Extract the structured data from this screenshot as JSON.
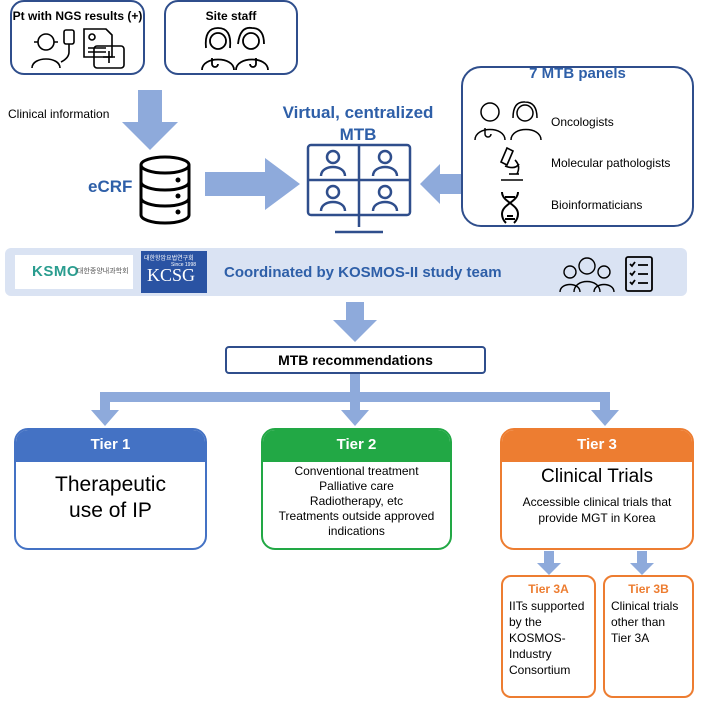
{
  "top": {
    "patient_label": "Pt with NGS results (+)",
    "staff_label": "Site staff",
    "clinical_info": "Clinical information",
    "ecrf": "eCRF",
    "virtual_mtb_line1": "Virtual, centralized",
    "virtual_mtb_line2": "MTB"
  },
  "panels": {
    "title": "7 MTB panels",
    "items": [
      "Oncologists",
      "Molecular pathologists",
      "Bioinformaticians"
    ]
  },
  "coordination": {
    "ksmo_logo_text": "KSMO",
    "ksmo_sub_text": "대한종양내과학회",
    "kcsg_logo_text": "KCSG",
    "kcsg_top_text": "대한항암요법연구회",
    "kcsg_since_text": "Since 1998",
    "text": "Coordinated by KOSMOS-II study team"
  },
  "recommendations": "MTB recommendations",
  "tiers": [
    {
      "label": "Tier 1",
      "body": [
        "Therapeutic",
        "use of IP"
      ],
      "color": "#4472c4"
    },
    {
      "label": "Tier 2",
      "body": [
        "Conventional treatment",
        "Palliative care",
        "Radiotherapy, etc",
        "Treatments outside approved",
        "indications"
      ],
      "color": "#22a845"
    },
    {
      "label": "Tier 3",
      "title": "Clinical Trials",
      "body": [
        "Accessible clinical trials that",
        "provide MGT in Korea"
      ],
      "color": "#ed7d31"
    }
  ],
  "subtiers": [
    {
      "label": "Tier 3A",
      "body": [
        "IITs supported",
        "by the",
        "KOSMOS-",
        "Industry",
        "Consortium"
      ]
    },
    {
      "label": "Tier 3B",
      "body": [
        "Clinical trials",
        "other than",
        "Tier 3A"
      ]
    }
  ],
  "colors": {
    "border": "#2f4e8c",
    "arrow": "#8eaadb",
    "band": "#dae3f3",
    "accent_blue": "#2e5fa8",
    "tier3_orange": "#ed7d31"
  }
}
